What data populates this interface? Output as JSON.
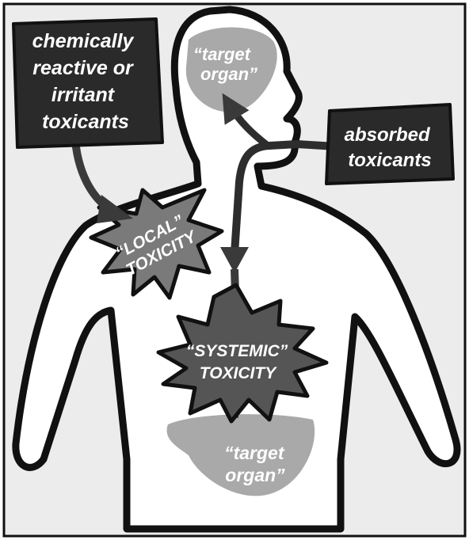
{
  "labels": {
    "reactive_box": [
      "chemically",
      "reactive or",
      "irritant",
      "toxicants"
    ],
    "absorbed_box": [
      "absorbed",
      "toxicants"
    ],
    "target_organ_head": [
      "“target",
      "organ”"
    ],
    "target_organ_abdomen": [
      "“target",
      "organ”"
    ],
    "local_toxicity": [
      "“LOCAL”",
      "TOXICITY"
    ],
    "systemic_toxicity": [
      "“SYSTEMIC”",
      "TOXICITY"
    ]
  },
  "colors": {
    "background": "#ececec",
    "body_fill": "#ffffff",
    "outline": "#111111",
    "box_fill": "#2a2a2a",
    "organ_fill": "#a9a9a9",
    "starburst_local": "#7a7a7a",
    "starburst_systemic": "#555555",
    "arrow": "#3a3a3a",
    "label_light": "#ffffff"
  }
}
